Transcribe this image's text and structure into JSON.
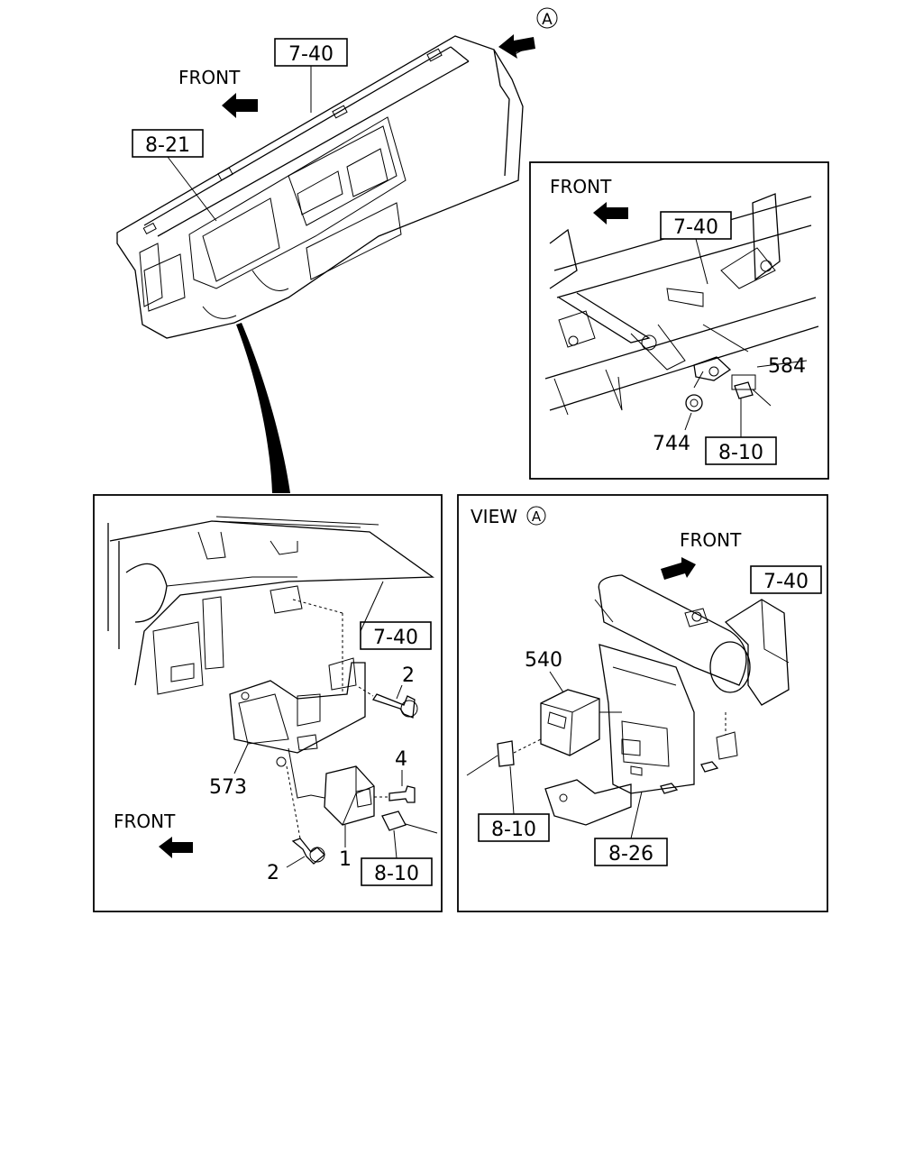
{
  "overview": {
    "front_label": "FRONT",
    "view_marker": "A",
    "ref_dashboard": "7-40",
    "ref_cluster": "8-21"
  },
  "panel_mount": {
    "front_label": "FRONT",
    "ref_panel": "7-40",
    "part_sensor": "584",
    "part_nut": "744",
    "ref_harness": "8-10"
  },
  "panel_bracket": {
    "front_label": "FRONT",
    "ref_panel": "7-40",
    "part_bolt_upper": "2",
    "part_screw": "4",
    "part_bracket": "573",
    "part_bolt_lower": "2",
    "part_relay": "1",
    "ref_harness": "8-10"
  },
  "panel_view_a": {
    "view_label": "VIEW",
    "view_marker": "A",
    "front_label": "FRONT",
    "ref_panel": "7-40",
    "part_module": "540",
    "ref_harness": "8-10",
    "ref_bracket": "8-26"
  }
}
